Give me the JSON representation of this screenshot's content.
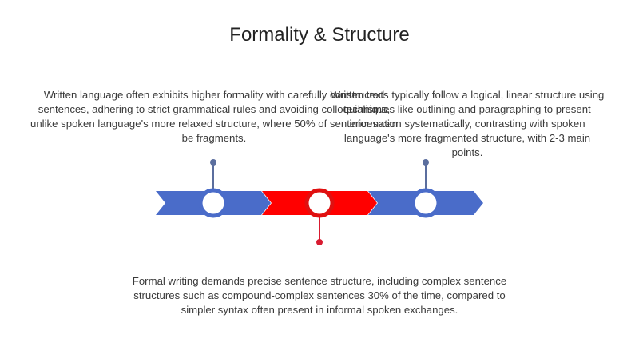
{
  "slide": {
    "title": "Formality & Structure"
  },
  "diagram": {
    "colors": {
      "blue": "#4a6cc9",
      "red": "#ff0000",
      "ring_blue": "#4a6cc9",
      "ring_red": "#e01010",
      "connector_blue": "#5b6e9e",
      "connector_red": "#d81b30"
    },
    "points": [
      {
        "text": "Written language often exhibits higher formality with carefully constructed sentences, adhering to strict grammatical rules and avoiding colloquialisms, unlike spoken language's more relaxed structure, where 50% of sentences can be fragments."
      },
      {
        "text": "Formal writing demands precise sentence structure, including complex sentence structures such as compound-complex sentences 30% of the time, compared to simpler syntax often present in informal spoken exchanges."
      },
      {
        "text": "Written texts typically follow a logical, linear structure using techniques like outlining and paragraphing to present information systematically, contrasting with spoken language's more fragmented structure, with 2-3 main points."
      }
    ]
  }
}
